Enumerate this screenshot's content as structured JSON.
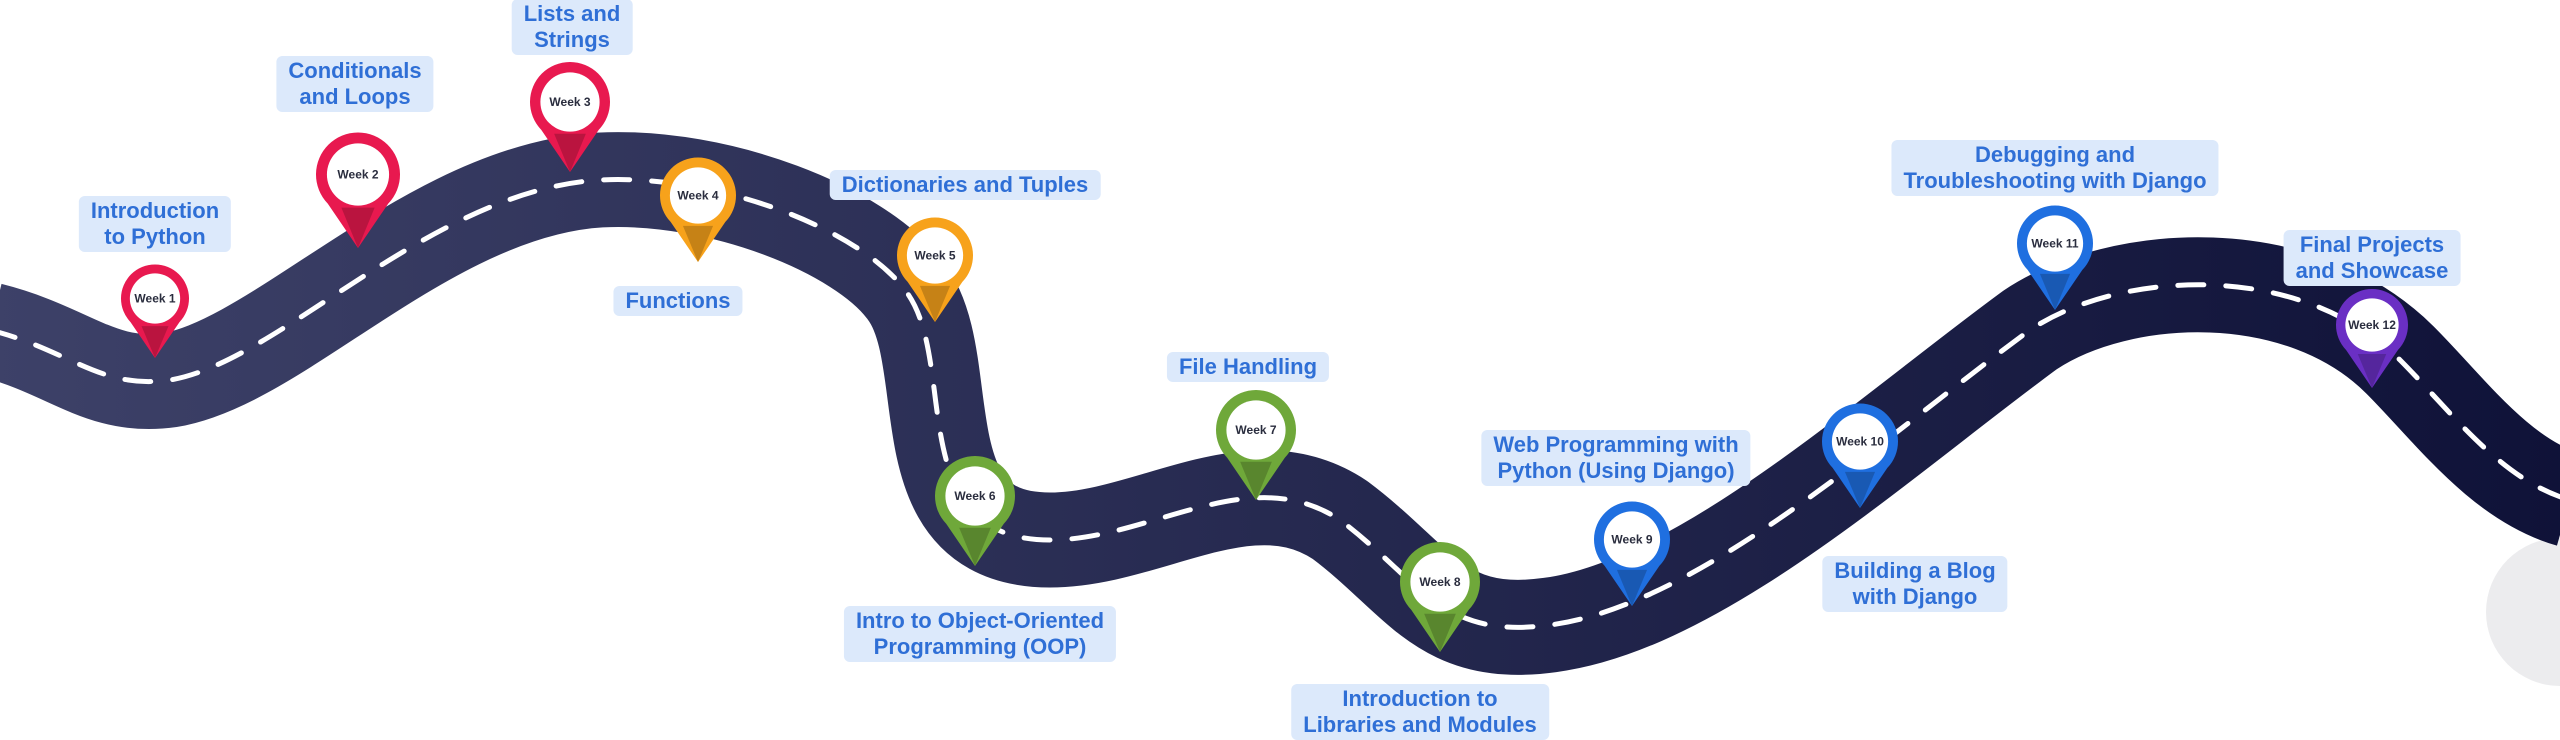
{
  "colors": {
    "road_start": "#3d4168",
    "road_end": "#0f1238",
    "dash": "#ffffff",
    "label_bg": "#dce9fb",
    "label_text": "#2f6fd6",
    "pin_text": "#2a2d3e",
    "corner_circle": "#ececee"
  },
  "milestones": [
    {
      "week": "Week 1",
      "topic": "Introduction\nto Python",
      "color": "#e8194f"
    },
    {
      "week": "Week 2",
      "topic": "Conditionals\nand Loops",
      "color": "#e8194f"
    },
    {
      "week": "Week 3",
      "topic": "Lists and\nStrings",
      "color": "#e8194f"
    },
    {
      "week": "Week 4",
      "topic": "Functions",
      "color": "#f7a21b"
    },
    {
      "week": "Week 5",
      "topic": "Dictionaries and Tuples",
      "color": "#f7a21b"
    },
    {
      "week": "Week 6",
      "topic": "Intro to Object-Oriented\nProgramming (OOP)",
      "color": "#6fa83a"
    },
    {
      "week": "Week 7",
      "topic": "File Handling",
      "color": "#6fa83a"
    },
    {
      "week": "Week 8",
      "topic": "Introduction to\nLibraries and Modules",
      "color": "#6fa83a"
    },
    {
      "week": "Week 9",
      "topic": "Web Programming with\nPython (Using Django)",
      "color": "#1f6fe0"
    },
    {
      "week": "Week 10",
      "topic": "Building a Blog\nwith Django",
      "color": "#1f6fe0"
    },
    {
      "week": "Week 11",
      "topic": "Debugging and\nTroubleshooting with Django",
      "color": "#1f6fe0"
    },
    {
      "week": "Week 12",
      "topic": "Final Projects\nand Showcase",
      "color": "#6a2fc4"
    }
  ]
}
